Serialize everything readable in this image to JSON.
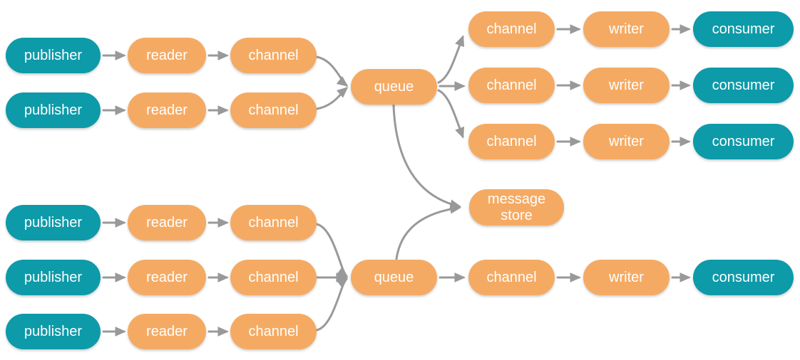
{
  "colors": {
    "node_teal": "#0d9aa9",
    "node_orange": "#f5aa63",
    "arrow": "#999999",
    "label_text": "#ffffff",
    "background": "#ffffff"
  },
  "nodes": [
    {
      "id": "tl-publisher-1",
      "label": "publisher"
    },
    {
      "id": "tl-reader-1",
      "label": "reader"
    },
    {
      "id": "tl-channel-1",
      "label": "channel"
    },
    {
      "id": "tl-publisher-2",
      "label": "publisher"
    },
    {
      "id": "tl-reader-2",
      "label": "reader"
    },
    {
      "id": "tl-channel-2",
      "label": "channel"
    },
    {
      "id": "queue-top",
      "label": "queue"
    },
    {
      "id": "tr-channel-1",
      "label": "channel"
    },
    {
      "id": "tr-writer-1",
      "label": "writer"
    },
    {
      "id": "tr-consumer-1",
      "label": "consumer"
    },
    {
      "id": "tr-channel-2",
      "label": "channel"
    },
    {
      "id": "tr-writer-2",
      "label": "writer"
    },
    {
      "id": "tr-consumer-2",
      "label": "consumer"
    },
    {
      "id": "tr-channel-3",
      "label": "channel"
    },
    {
      "id": "tr-writer-3",
      "label": "writer"
    },
    {
      "id": "tr-consumer-3",
      "label": "consumer"
    },
    {
      "id": "message-store",
      "label": "message store"
    },
    {
      "id": "bl-publisher-1",
      "label": "publisher"
    },
    {
      "id": "bl-reader-1",
      "label": "reader"
    },
    {
      "id": "bl-channel-1",
      "label": "channel"
    },
    {
      "id": "bl-publisher-2",
      "label": "publisher"
    },
    {
      "id": "bl-reader-2",
      "label": "reader"
    },
    {
      "id": "bl-channel-2",
      "label": "channel"
    },
    {
      "id": "bl-publisher-3",
      "label": "publisher"
    },
    {
      "id": "bl-reader-3",
      "label": "reader"
    },
    {
      "id": "bl-channel-3",
      "label": "channel"
    },
    {
      "id": "queue-bottom",
      "label": "queue"
    },
    {
      "id": "br-channel",
      "label": "channel"
    },
    {
      "id": "br-writer",
      "label": "writer"
    },
    {
      "id": "br-consumer",
      "label": "consumer"
    }
  ],
  "edges": [
    {
      "from": "tl-publisher-1",
      "to": "tl-reader-1"
    },
    {
      "from": "tl-reader-1",
      "to": "tl-channel-1"
    },
    {
      "from": "tl-publisher-2",
      "to": "tl-reader-2"
    },
    {
      "from": "tl-reader-2",
      "to": "tl-channel-2"
    },
    {
      "from": "tl-channel-1",
      "to": "queue-top"
    },
    {
      "from": "tl-channel-2",
      "to": "queue-top"
    },
    {
      "from": "queue-top",
      "to": "tr-channel-1"
    },
    {
      "from": "queue-top",
      "to": "tr-channel-2"
    },
    {
      "from": "queue-top",
      "to": "tr-channel-3"
    },
    {
      "from": "tr-channel-1",
      "to": "tr-writer-1"
    },
    {
      "from": "tr-writer-1",
      "to": "tr-consumer-1"
    },
    {
      "from": "tr-channel-2",
      "to": "tr-writer-2"
    },
    {
      "from": "tr-writer-2",
      "to": "tr-consumer-2"
    },
    {
      "from": "tr-channel-3",
      "to": "tr-writer-3"
    },
    {
      "from": "tr-writer-3",
      "to": "tr-consumer-3"
    },
    {
      "from": "queue-top",
      "to": "message-store"
    },
    {
      "from": "queue-bottom",
      "to": "message-store"
    },
    {
      "from": "bl-publisher-1",
      "to": "bl-reader-1"
    },
    {
      "from": "bl-reader-1",
      "to": "bl-channel-1"
    },
    {
      "from": "bl-publisher-2",
      "to": "bl-reader-2"
    },
    {
      "from": "bl-reader-2",
      "to": "bl-channel-2"
    },
    {
      "from": "bl-publisher-3",
      "to": "bl-reader-3"
    },
    {
      "from": "bl-reader-3",
      "to": "bl-channel-3"
    },
    {
      "from": "bl-channel-1",
      "to": "queue-bottom"
    },
    {
      "from": "bl-channel-2",
      "to": "queue-bottom"
    },
    {
      "from": "bl-channel-3",
      "to": "queue-bottom"
    },
    {
      "from": "queue-bottom",
      "to": "br-channel"
    },
    {
      "from": "br-channel",
      "to": "br-writer"
    },
    {
      "from": "br-writer",
      "to": "br-consumer"
    }
  ]
}
